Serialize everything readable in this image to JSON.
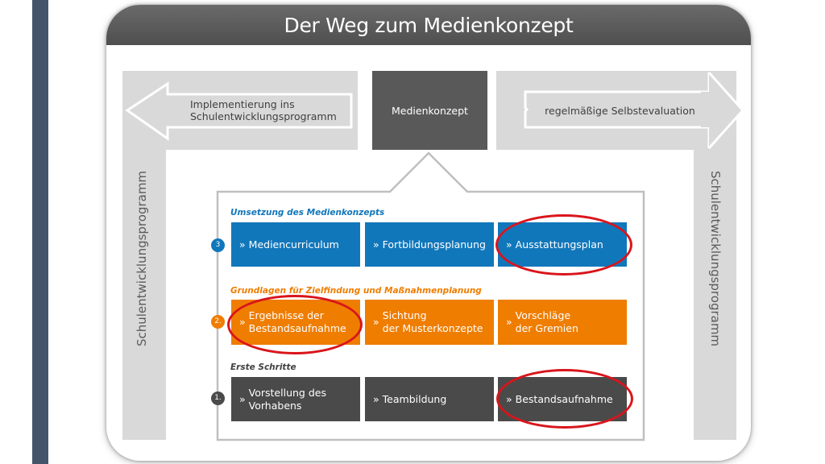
{
  "title": "Der Weg zum Medienkonzept",
  "top": {
    "left_label": "Implementierung ins\nSchulentwicklungsprogramm",
    "center_label": "Medienkonzept",
    "right_label": "regelmäßige Selbstevaluation"
  },
  "side_labels": {
    "left": "Schulentwicklungsprogramm",
    "right": "Schulentwicklungsprogramm"
  },
  "sections": [
    {
      "number": "3",
      "title": "Umsetzung des Medienkonzepts",
      "color": "#1177bb",
      "items": [
        "Mediencurriculum",
        "Fortbildungsplanung",
        "Ausstattungsplan"
      ]
    },
    {
      "number": "2.",
      "title": "Grundlagen für Zielfindung und Maßnahmenplanung",
      "color": "#ef7d00",
      "items": [
        "Ergebnisse der\nBestandsaufnahme",
        "Sichtung\nder Musterkonzepte",
        "Vorschläge\nder Gremien"
      ]
    },
    {
      "number": "1.",
      "title": "Erste Schritte",
      "color": "#4a4a4a",
      "items": [
        "Vorstellung des\nVorhabens",
        "Teambildung",
        "Bestandsaufnahme"
      ]
    }
  ],
  "chevron": "»",
  "highlight_color": "#d9151b"
}
